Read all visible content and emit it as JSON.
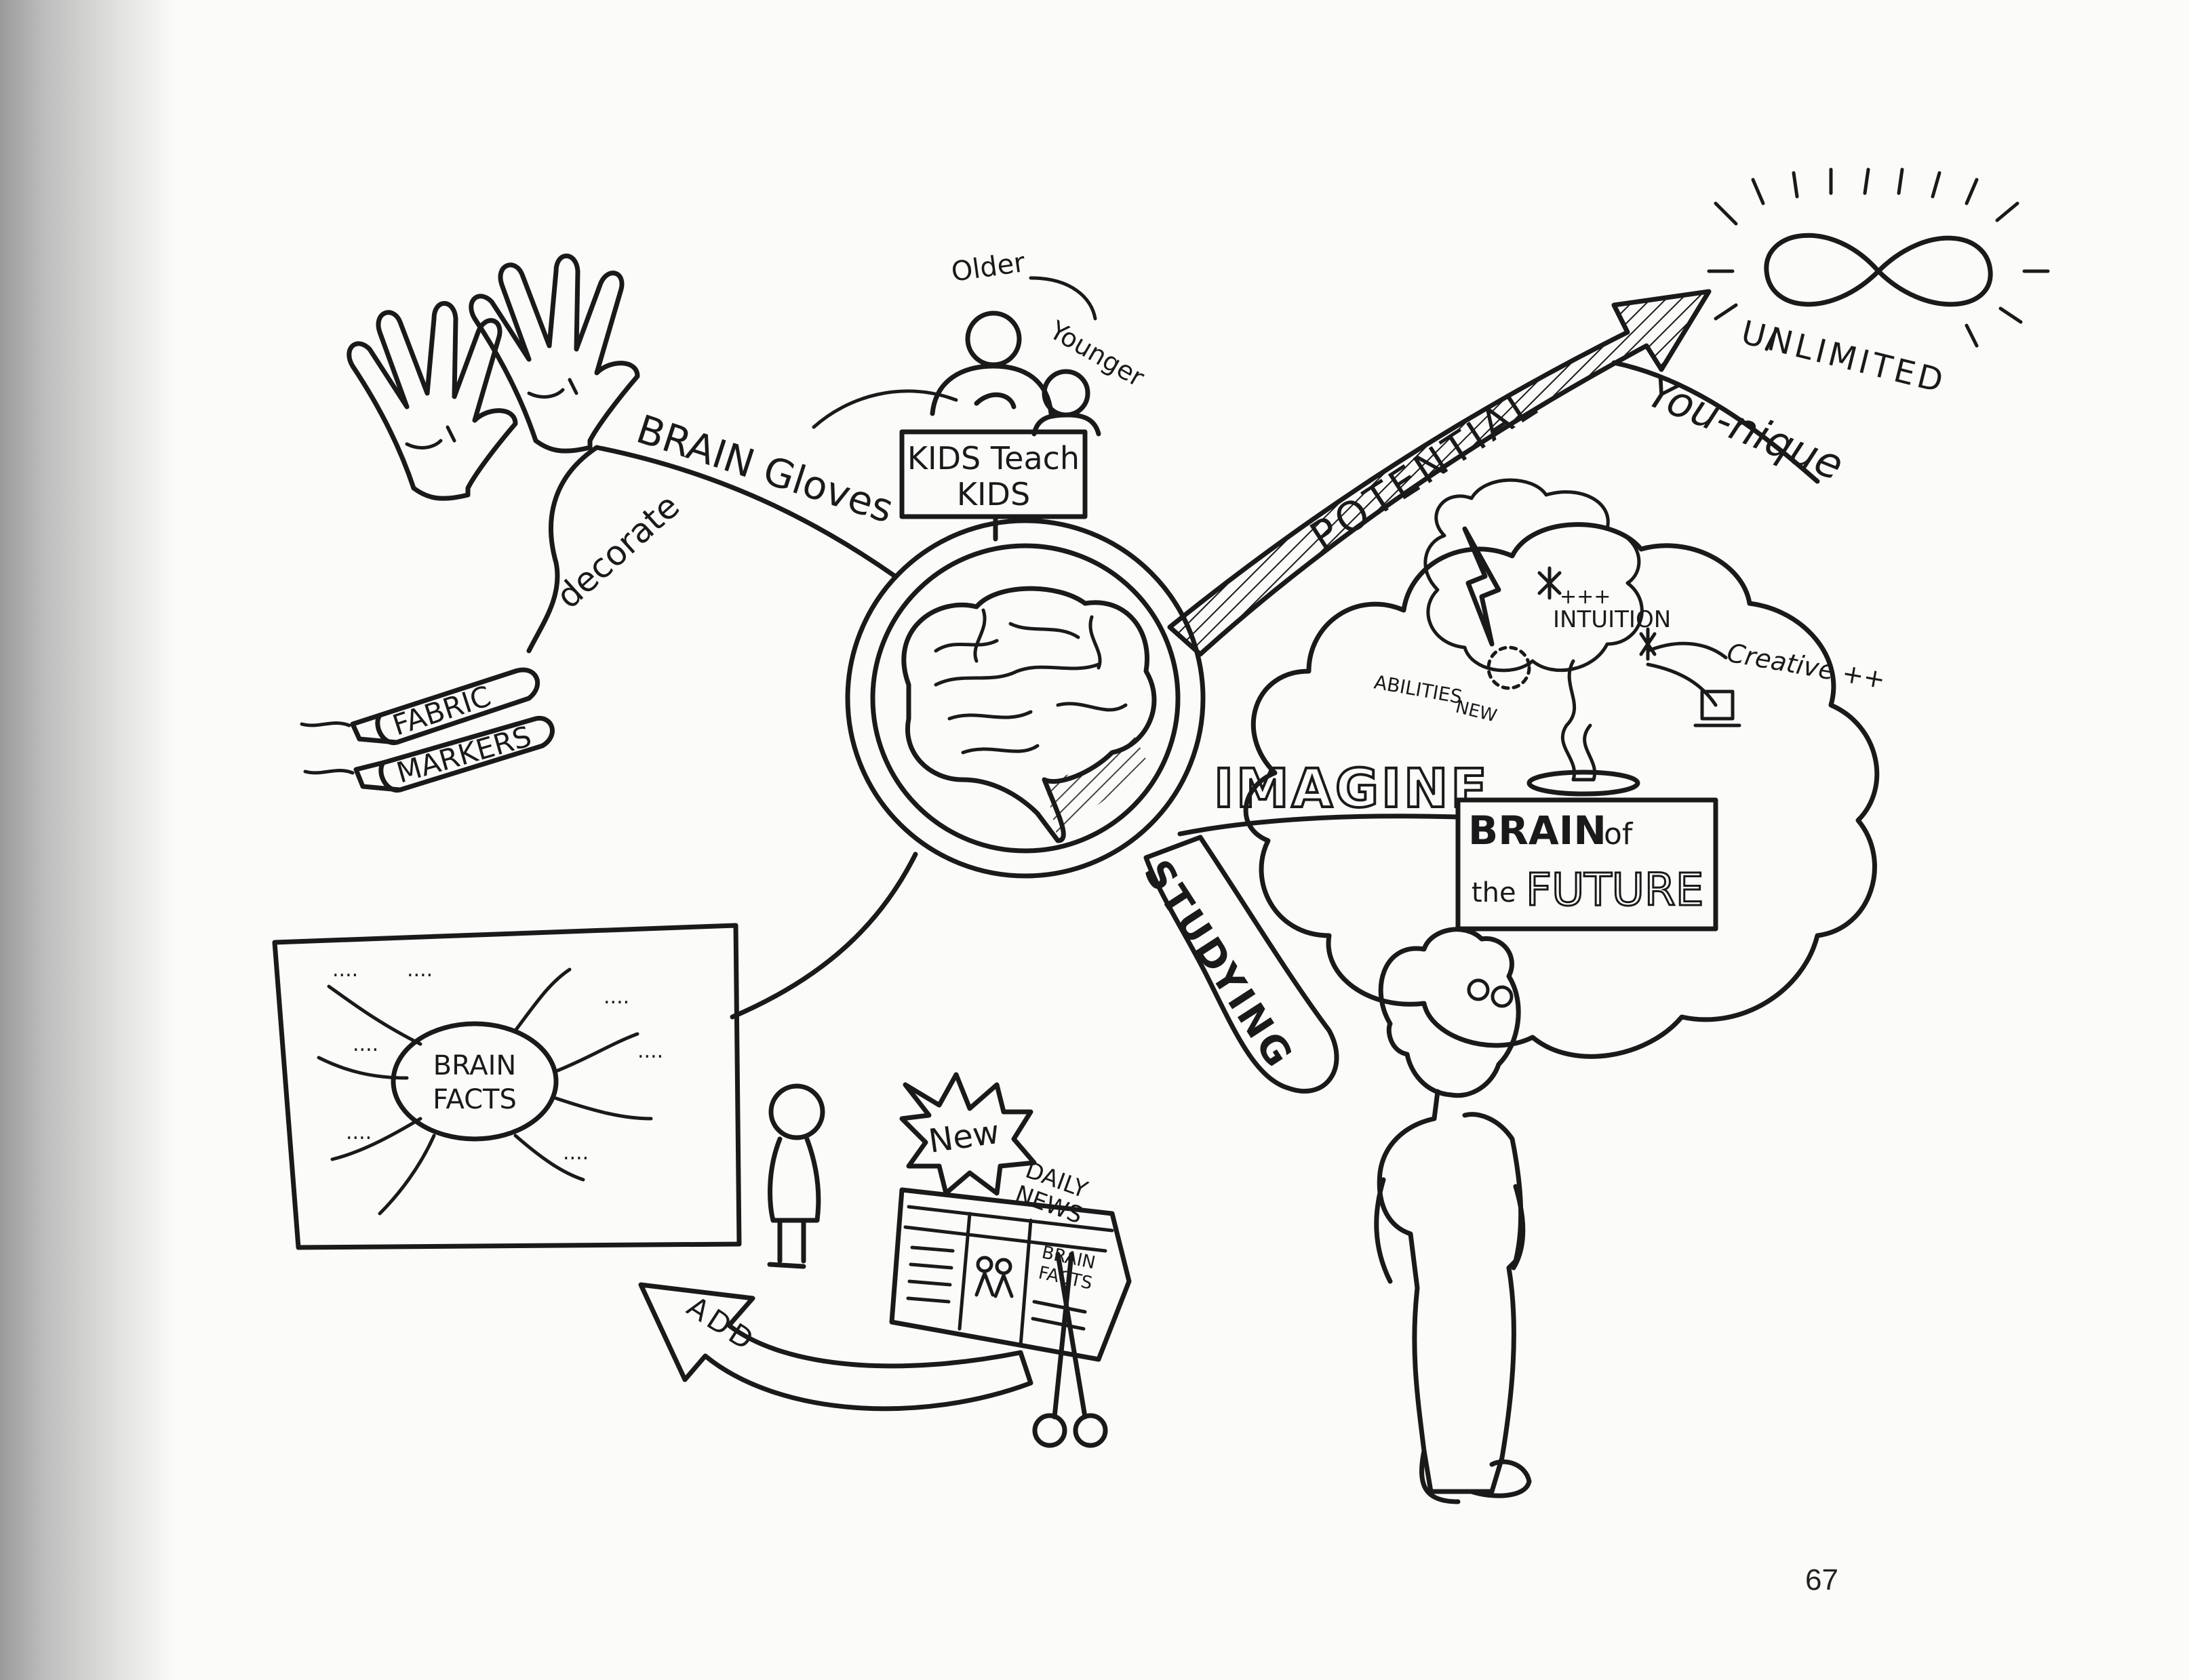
{
  "center": {
    "icon": "brain-icon"
  },
  "branches": {
    "brain_gloves": "BRAIN Gloves",
    "decorate": "decorate",
    "fabric": "FABRIC",
    "markers": "MARKERS",
    "kids_teach_line1": "KIDS Teach",
    "kids_teach_line2": "KIDS",
    "older": "Older",
    "younger": "Younger",
    "potential": "POTENTIAL",
    "unlimited": "UNLIMITED",
    "younique": "You-nique",
    "imagine": "IMAGINE",
    "studying": "STUDYING",
    "add": "ADD"
  },
  "future_cloud": {
    "intuition_marks": "+++",
    "intuition": "INTUITION",
    "creative": "Creative ++",
    "abilities": "ABILITIES",
    "new": "NEW",
    "brain_of": "BRAIN",
    "of": "of",
    "the": "the",
    "future": "FUTURE"
  },
  "brain_facts": {
    "line1": "BRAIN",
    "line2": "FACTS",
    "ellipsis": "...."
  },
  "newspaper": {
    "burst": "New",
    "daily": "DAILY",
    "news": "NEWS",
    "col_heading": "",
    "brain": "BRAIN",
    "facts": "FACTS"
  },
  "page_number": "67"
}
